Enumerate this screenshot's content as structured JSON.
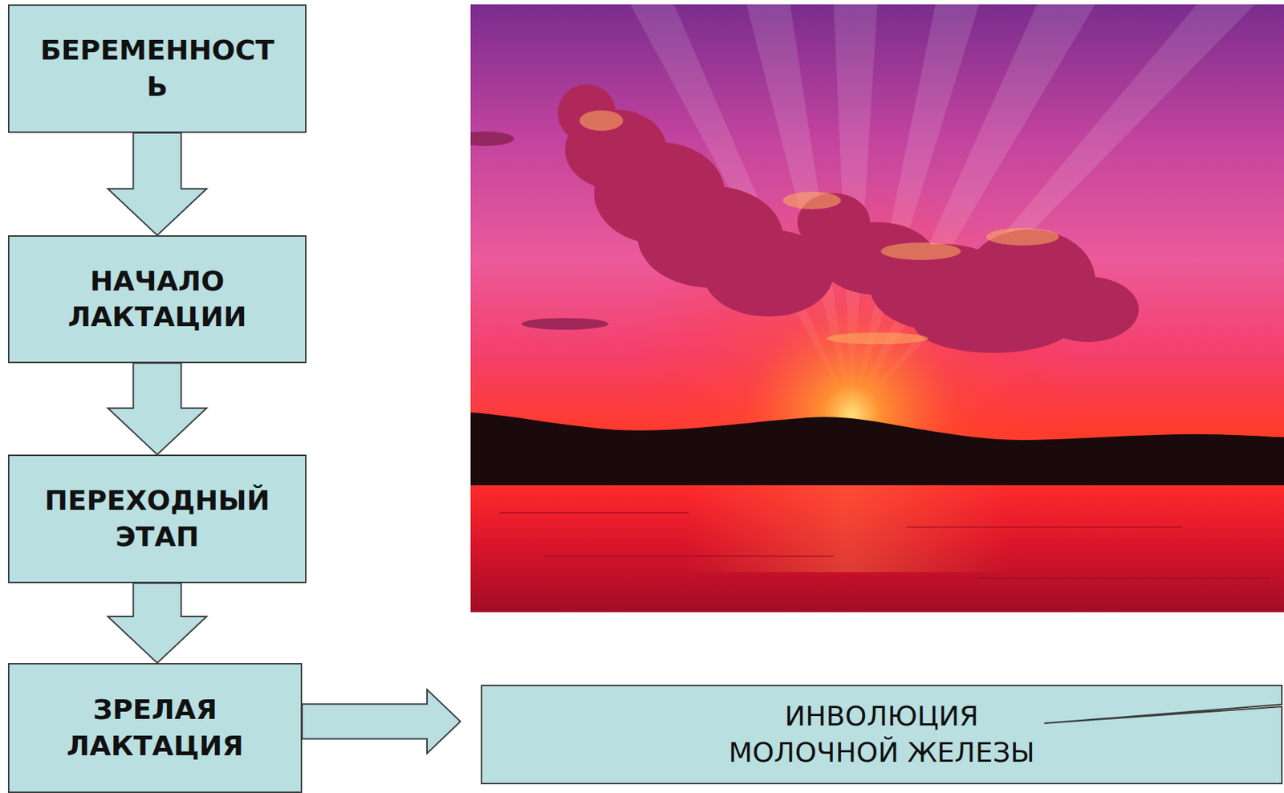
{
  "diagram": {
    "nodes": [
      {
        "text": [
          "БЕРЕМЕННОСТ Ь"
        ]
      },
      {
        "text": [
          "НАЧАЛО ЛАКТАЦИИ"
        ]
      },
      {
        "text": [
          "ПЕРЕХОДНЫЙ ЭТАП"
        ]
      },
      {
        "text": [
          "ЗРЕЛАЯ ЛАКТАЦИЯ"
        ]
      },
      {
        "text": [
          "ИНВОЛЮЦИЯ МОЛОЧНОЙ ЖЕЛЕЗЫ"
        ]
      }
    ],
    "edges": [
      {
        "from": 0,
        "to": 1,
        "arrow": "to"
      },
      {
        "from": 1,
        "to": 2,
        "arrow": "to"
      },
      {
        "from": 2,
        "to": 3,
        "arrow": "to"
      },
      {
        "from": 3,
        "to": 4,
        "arrow": "to"
      }
    ]
  }
}
